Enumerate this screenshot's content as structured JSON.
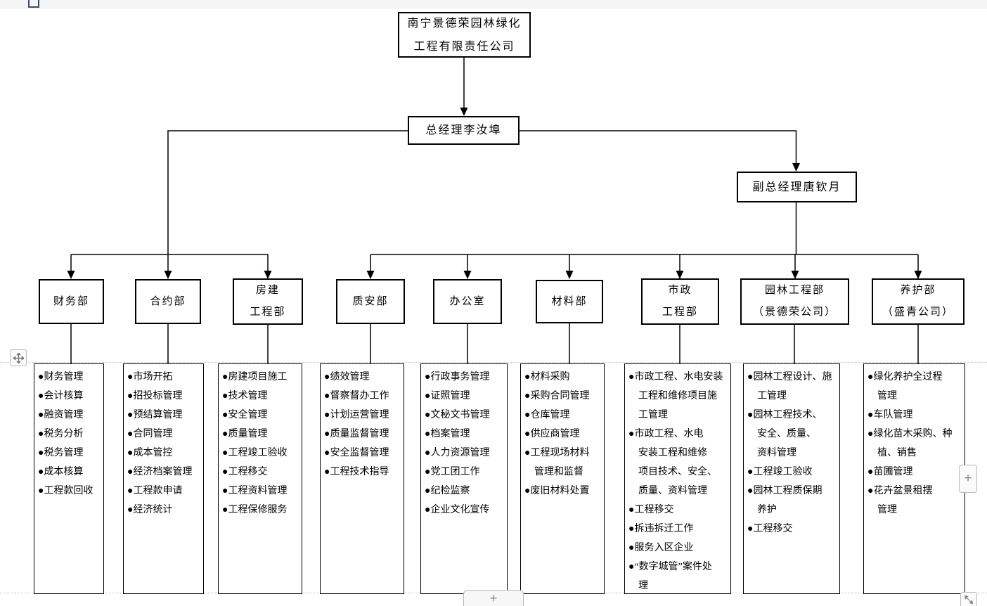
{
  "company": {
    "name": "南宁景德荣园林绿化工程有限责任公司",
    "display": "南宁景德荣园林绿化\n工程有限责任公司"
  },
  "gm": {
    "label": "总经理李汝埠"
  },
  "dgm": {
    "label": "副总经理唐钦月"
  },
  "departments": [
    {
      "label": "财务部",
      "duties": [
        "财务管理",
        "会计核算",
        "融资管理",
        "税务分析",
        "税务管理",
        "成本核算",
        "工程款回收"
      ]
    },
    {
      "label": "合约部",
      "duties": [
        "市场开拓",
        "招投标管理",
        "预结算管理",
        "合同管理",
        "成本管控",
        "经济档案管理",
        "工程款申请",
        "经济统计"
      ]
    },
    {
      "label": "房建\n工程部",
      "duties": [
        "房建项目施工",
        "技术管理",
        "安全管理",
        "质量管理",
        "工程竣工验收",
        "工程移交",
        "工程资料管理",
        "工程保修服务"
      ]
    },
    {
      "label": "质安部",
      "duties": [
        "绩效管理",
        "督察督办工作",
        "计划运营管理",
        "质量监督管理",
        "安全监督管理",
        "工程技术指导"
      ]
    },
    {
      "label": "办公室",
      "duties": [
        "行政事务管理",
        "证照管理",
        "文秘文书管理",
        "档案管理",
        "人力资源管理",
        "党工团工作",
        "纪检监察",
        "企业文化宣传"
      ]
    },
    {
      "label": "材料部",
      "duties": [
        "材料采购",
        "采购合同管理",
        "仓库管理",
        "供应商管理",
        "工程现场材料\n管理和监督",
        "废旧材料处置"
      ]
    },
    {
      "label": "市政\n工程部",
      "duties": [
        "市政工程、水电安装\n工程和维修项目施\n工管理",
        "市政工程、水电\n安装工程和维修\n项目技术、安全、\n质量、资料管理",
        "工程移交",
        "拆违拆迁工作",
        "服务入区企业",
        "“数字城管”案件处\n理"
      ]
    },
    {
      "label": "园林工程部\n（景德荣公司）",
      "duties": [
        "园林工程设计、施\n工管理",
        "园林工程技术、\n安全、质量、\n资料管理",
        "工程竣工验收",
        "园林工程质保期\n养护",
        "工程移交"
      ]
    },
    {
      "label": "养护部\n（盛青公司）",
      "duties": [
        "绿化养护全过程\n管理",
        "车队管理",
        "绿化苗木采购、种\n植、销售",
        "苗圃管理",
        "花卉盆景租摆\n管理"
      ]
    }
  ],
  "ui": {
    "plus_right": "+",
    "plus_bottom": "+",
    "colors": {
      "line": "#000000",
      "grid_dash": "#c9ccd1",
      "topbar": "#f4f5f7"
    }
  }
}
